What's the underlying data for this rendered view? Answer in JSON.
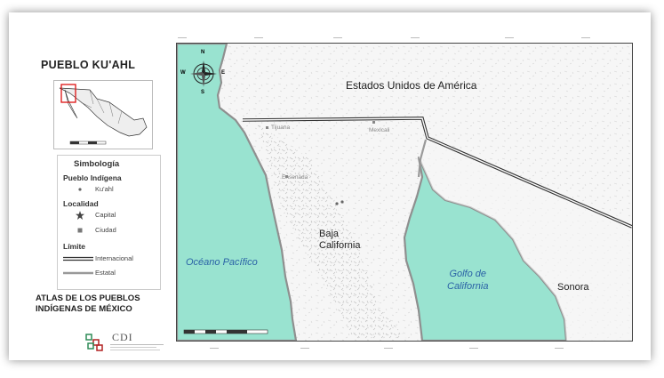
{
  "legend": {
    "title": "PUEBLO KU'AHL",
    "simbologia": "Simbología",
    "pueblo_header": "Pueblo Indígena",
    "pueblo_item": "Ku'ahl",
    "localidad_header": "Localidad",
    "capital": "Capital",
    "ciudad": "Ciudad",
    "limite_header": "Límite",
    "internacional": "Internacional",
    "estatal": "Estatal",
    "atlas_line1": "ATLAS DE LOS PUEBLOS",
    "atlas_line2": "INDÍGENAS DE MÉXICO",
    "cdi": "CDI"
  },
  "map": {
    "usa_label": "Estados Unidos de América",
    "pacific_label": "Océano Pacífico",
    "baja_line1": "Baja",
    "baja_line2": "California",
    "gulf_line1": "Golfo de",
    "gulf_line2": "California",
    "sonora_label": "Sonora",
    "tijuana": "Tijuana",
    "mexicali": "Mexicali",
    "ensenada": "Ensenada",
    "compass_n": "N",
    "compass_s": "S",
    "compass_e": "E",
    "compass_w": "W"
  },
  "colors": {
    "ocean": "#99e3d0",
    "land": "#f6f6f6",
    "border": "#333333",
    "coast": "#8f8f8f"
  }
}
